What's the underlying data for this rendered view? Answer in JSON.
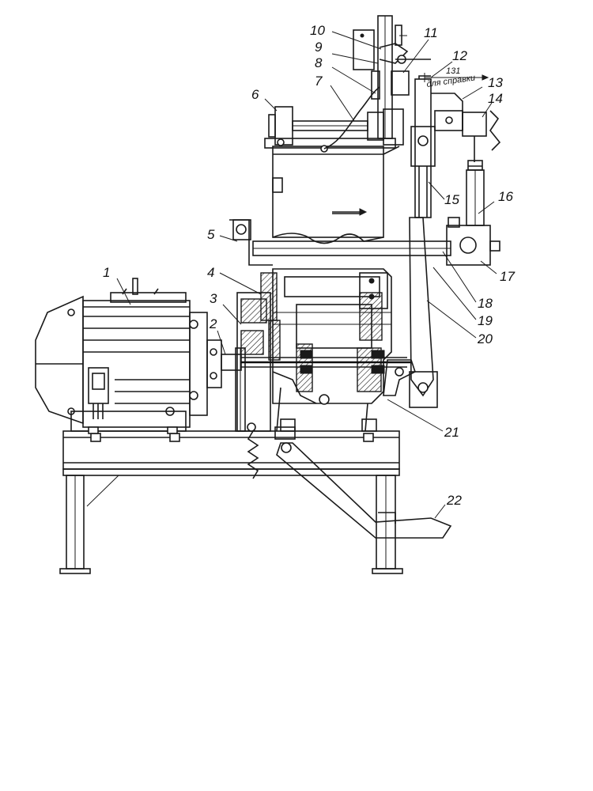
{
  "callouts": [
    {
      "id": "1",
      "label": "1"
    },
    {
      "id": "2",
      "label": "2"
    },
    {
      "id": "3",
      "label": "3"
    },
    {
      "id": "4",
      "label": "4"
    },
    {
      "id": "5",
      "label": "5"
    },
    {
      "id": "6",
      "label": "6"
    },
    {
      "id": "7",
      "label": "7"
    },
    {
      "id": "8",
      "label": "8"
    },
    {
      "id": "9",
      "label": "9"
    },
    {
      "id": "10",
      "label": "10"
    },
    {
      "id": "11",
      "label": "11"
    },
    {
      "id": "12",
      "label": "12"
    },
    {
      "id": "13",
      "label": "13"
    },
    {
      "id": "14",
      "label": "14"
    },
    {
      "id": "15",
      "label": "15"
    },
    {
      "id": "16",
      "label": "16"
    },
    {
      "id": "17",
      "label": "17"
    },
    {
      "id": "18",
      "label": "18"
    },
    {
      "id": "19",
      "label": "19"
    },
    {
      "id": "20",
      "label": "20"
    },
    {
      "id": "21",
      "label": "21"
    },
    {
      "id": "22",
      "label": "22"
    }
  ],
  "dimension_note": {
    "value": "131",
    "caption": "для справки"
  }
}
